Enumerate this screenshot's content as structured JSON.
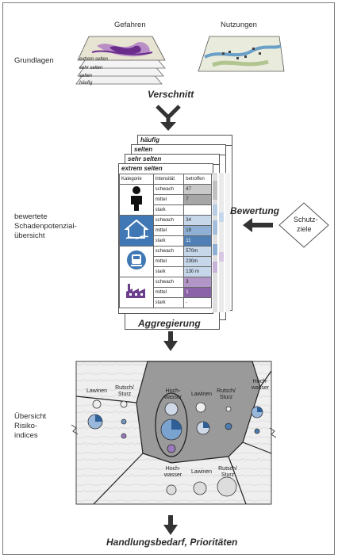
{
  "left_labels": {
    "grundlagen": "Grundlagen",
    "bewertete": [
      "bewertete",
      "Schadenpotenzial-",
      "übersicht"
    ],
    "uebersicht": [
      "Übersicht",
      "Risiko-",
      "indices"
    ]
  },
  "top": {
    "gefahren": "Gefahren",
    "nutzungen": "Nutzungen",
    "layer_labels": [
      "extrem selten",
      "sehr selten",
      "selten",
      "häufig"
    ]
  },
  "steps": {
    "verschnitt": "Verschnitt",
    "aggregierung": "Aggregierung",
    "bewertung": "Bewertung",
    "handlung": "Handlungsbedarf, Prioritäten"
  },
  "schutz": [
    "Schutz-",
    "ziele"
  ],
  "cards": {
    "back_titles": [
      "häufig",
      "selten",
      "sehr selten"
    ],
    "front_title": "extrem selten"
  },
  "matrix": {
    "headers": [
      "Kategorie",
      "Intensität",
      "betroffen"
    ],
    "groups": [
      {
        "icon": "person-icon",
        "rows": [
          [
            "schwach",
            "47"
          ],
          [
            "mittel",
            "7"
          ],
          [
            "stark",
            ""
          ]
        ]
      },
      {
        "icon": "house-icon",
        "rows": [
          [
            "schwach",
            "34"
          ],
          [
            "mittel",
            "19"
          ],
          [
            "stark",
            "11"
          ]
        ]
      },
      {
        "icon": "train-icon",
        "rows": [
          [
            "schwach",
            "570m"
          ],
          [
            "mittel",
            "230m"
          ],
          [
            "stark",
            "130 m"
          ]
        ]
      },
      {
        "icon": "factory-icon",
        "rows": [
          [
            "schwach",
            "3"
          ],
          [
            "mittel",
            "1"
          ],
          [
            "stark",
            "-"
          ]
        ]
      }
    ]
  },
  "risk_map": {
    "left_region": [
      "Lawinen",
      "Rutsch/ Sturz"
    ],
    "center_region": [
      "Hoch-wasser",
      "Lawinen",
      "Rutsch/ Sturz"
    ],
    "right_region": [
      "Hoch-wasser"
    ],
    "bottom_region": [
      "Hoch-wasser",
      "Lawinen",
      "Rutsch/ Sturz"
    ]
  },
  "colors": {
    "blue": "#4f7fb5",
    "purple": "#8b63a8",
    "grey_zone": "#9a9a9a"
  }
}
